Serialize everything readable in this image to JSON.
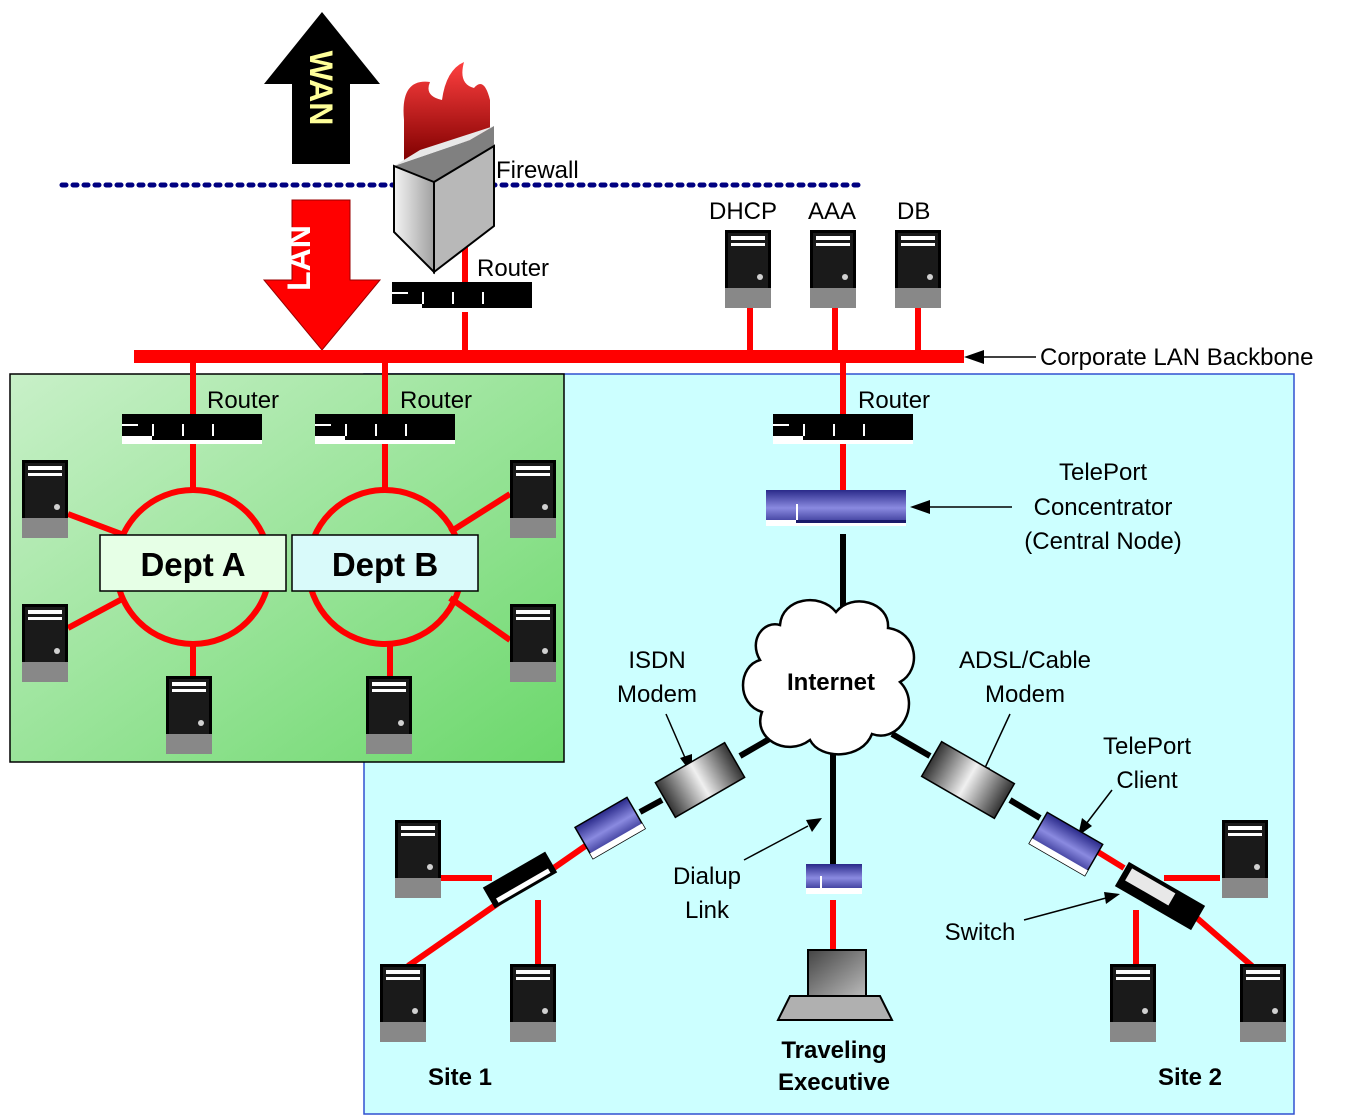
{
  "arrows": {
    "wan": "WAN",
    "lan": "LAN"
  },
  "labels": {
    "firewall": "Firewall",
    "router_top": "Router",
    "dhcp": "DHCP",
    "aaa": "AAA",
    "db": "DB",
    "backbone": "Corporate LAN Backbone",
    "router_a": "Router",
    "router_b": "Router",
    "router_right": "Router",
    "dept_a": "Dept A",
    "dept_b": "Dept B",
    "teleport_conc_1": "TelePort",
    "teleport_conc_2": "Concentrator",
    "teleport_conc_3": "(Central Node)",
    "internet": "Internet",
    "isdn_1": "ISDN",
    "isdn_2": "Modem",
    "adsl_1": "ADSL/Cable",
    "adsl_2": "Modem",
    "teleport_client_1": "TelePort",
    "teleport_client_2": "Client",
    "dialup_1": "Dialup",
    "dialup_2": "Link",
    "switch": "Switch",
    "site1": "Site 1",
    "site2": "Site 2",
    "traveling_1": "Traveling",
    "traveling_2": "Executive"
  },
  "colors": {
    "link_red": "#ff0000",
    "link_black": "#000000",
    "dotted_boundary": "#000080",
    "dept_zone": "#90e090",
    "remote_zone": "#ccffff",
    "dept_a_box": "#e6ffe6",
    "dept_b_box": "#d9fafa",
    "lan_arrow": "#ff0000",
    "wan_arrow": "#000000"
  }
}
